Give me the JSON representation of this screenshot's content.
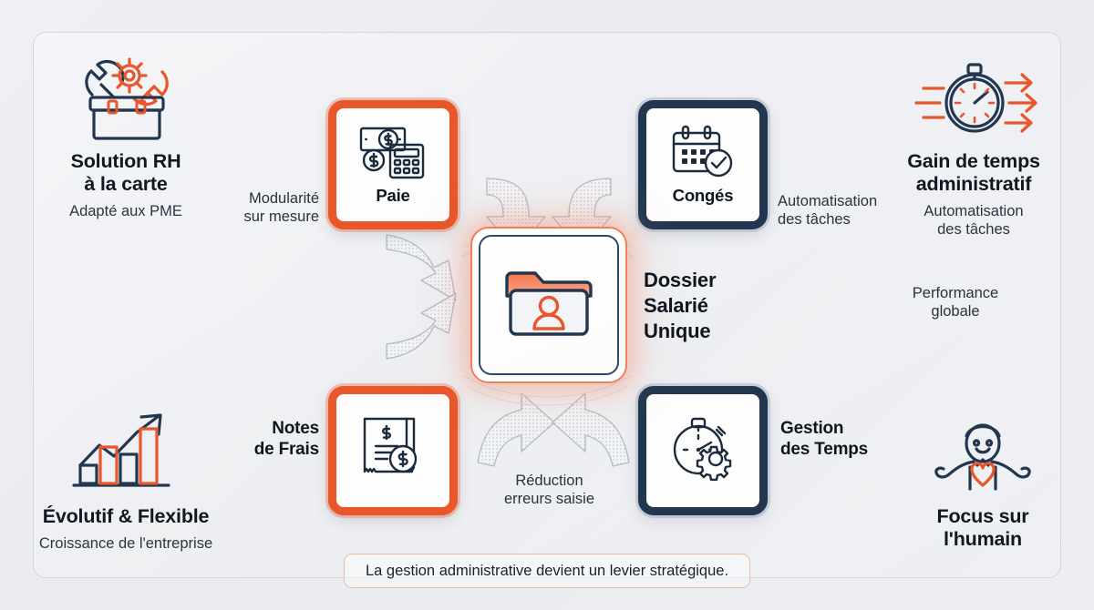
{
  "theme": {
    "orange": "#e8562a",
    "orange_light": "#f0784f",
    "navy": "#22374f",
    "navy_deep": "#18293c",
    "background": "#eceef2",
    "arrow_gray": "#b9bec7"
  },
  "corners": {
    "top_left": {
      "icon": "toolbox-wrench-gear-icon",
      "title": "Solution RH\nà la carte",
      "title_line1": "Solution RH",
      "title_line2": "à la carte",
      "subtitle": "Adapté aux PME"
    },
    "top_right": {
      "icon": "stopwatch-speed-arrows-icon",
      "title_line1": "Gain de temps",
      "title_line2": "administratif",
      "subtitle_line1": "Automatisation",
      "subtitle_line2": "des tâches"
    },
    "bottom_left": {
      "icon": "growth-chart-arrow-icon",
      "title": "Évolutif & Flexible",
      "subtitle": "Croissance de l'entreprise"
    },
    "bottom_right": {
      "icon": "person-heart-open-arms-icon",
      "title_line1": "Focus sur",
      "title_line2": "l'humain"
    }
  },
  "cards": {
    "paie": {
      "label": "Paie",
      "icon": "banknote-calculator-icon",
      "accent": "#e8562a"
    },
    "conges": {
      "label": "Congés",
      "icon": "calendar-check-icon",
      "accent": "#22374f"
    },
    "notes_de_frais": {
      "label": "",
      "icon": "receipt-dollar-icon",
      "accent": "#e8562a"
    },
    "gestion_des_temps": {
      "label": "",
      "icon": "stopwatch-gear-icon",
      "accent": "#22374f"
    }
  },
  "hub": {
    "icon": "folder-employee-icon",
    "label_line1": "Dossier",
    "label_line2": "Salarié",
    "label_line3": "Unique"
  },
  "labels": {
    "modularite_line1": "Modularité",
    "modularite_line2": "sur mesure",
    "notes_line1": "Notes",
    "notes_line2": "de Frais",
    "automatisation_line1": "Automatisation",
    "automatisation_line2": "des tâches",
    "gestion_line1": "Gestion",
    "gestion_line2": "des Temps",
    "performance_line1": "Performance",
    "performance_line2": "globale",
    "reduction_line1": "Réduction",
    "reduction_line2": "erreurs saisie"
  },
  "banner": {
    "text": "La gestion administrative devient un levier stratégique."
  }
}
